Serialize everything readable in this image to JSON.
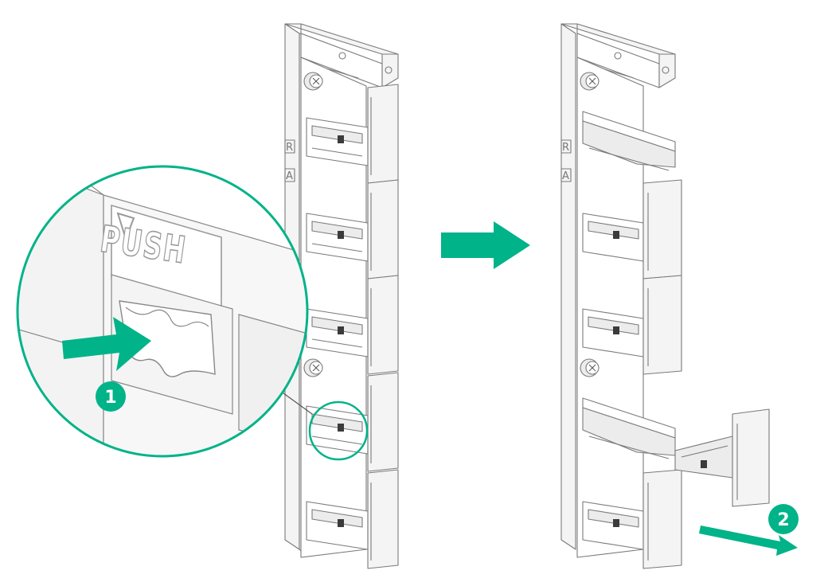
{
  "figure": {
    "push_label": "PUSH",
    "rail_letters": [
      "R",
      "A"
    ],
    "steps": [
      {
        "number": "1"
      },
      {
        "number": "2"
      }
    ],
    "colors": {
      "accent": "#00b388",
      "line": "#7a7a7a",
      "panel": "#f4f4f4"
    },
    "icons": [
      "arrow-right-icon",
      "magnifier-callout",
      "thumb-screw-icon"
    ]
  }
}
